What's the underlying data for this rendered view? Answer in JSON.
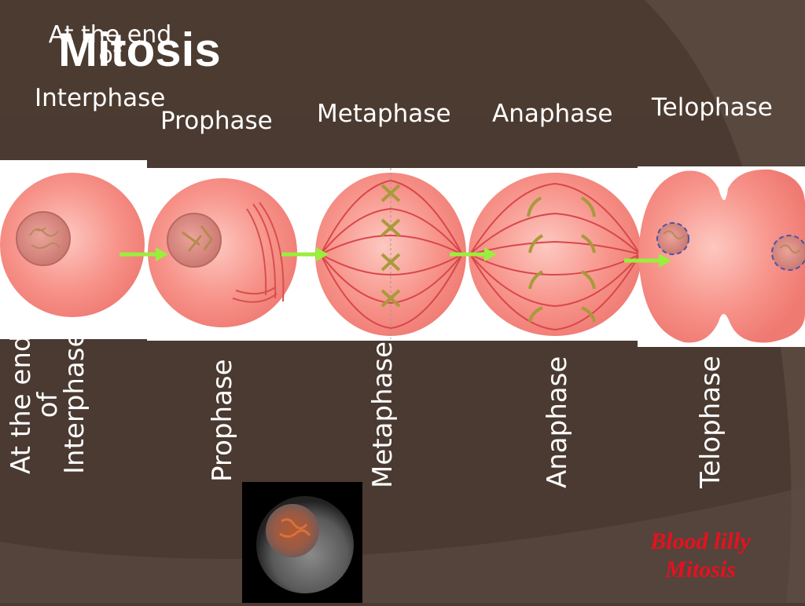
{
  "slide": {
    "title": "Mitosis",
    "overlap_label": {
      "line1": "At the end",
      "line2": "of",
      "line3": "Interphase"
    },
    "top_labels": {
      "interphase": "Interphase",
      "prophase": "Prophase",
      "metaphase": "Metaphase",
      "anaphase": "Anaphase",
      "telophase": "Telophase"
    },
    "vertical_labels": {
      "interphase_line1": "At the end",
      "interphase_line2": "of",
      "interphase_line3": "Interphase",
      "prophase": "Prophase",
      "metaphase": "Metaphase",
      "anaphase": "Anaphase",
      "telophase": "Telophase"
    },
    "credit": {
      "line1": "Blood lilly",
      "line2": "Mitosis"
    },
    "colors": {
      "background": "#4a3a30",
      "cell": "#f79a92",
      "cell_edge": "#f07f78",
      "arrow": "#9aee3c",
      "credit": "#e8101e"
    }
  }
}
